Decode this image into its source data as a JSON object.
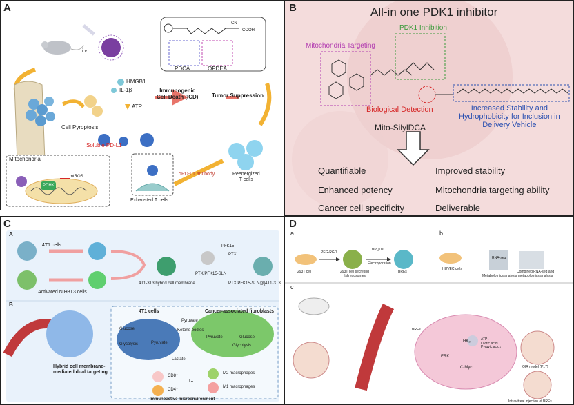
{
  "panel_a": {
    "label": "A",
    "structure": {
      "pdca": "PDCA",
      "opdea": "OPDEA",
      "cooh": "COOH",
      "cn": "CN"
    },
    "iv": "i.v.",
    "hmgb1": "HMGB1",
    "il1b": "IL-1β",
    "atp": "ATP",
    "icd": "Immunogenic\nCell Death (ICD)",
    "tumor_suppression": "Tumor Suppression",
    "cell_pyroptosis": "Cell Pyroptosis",
    "soluble_pdl1": "Soluble PD-L1",
    "mitochondria": "Mitochondria",
    "pdhk": "PDHK",
    "mtros": "mtROS",
    "antibody": "αPD-L1 antibody",
    "reenergized": "Reenergized\nT cells",
    "exhausted": "Exhausted T cells"
  },
  "panel_b": {
    "label": "B",
    "title": "All-in one PDK1 inhibitor",
    "pdk1_inhibition": "PDK1 Inhibition",
    "mito_targeting": "Mitochondria Targeting",
    "bio_detection": "Biological Detection",
    "stability": "Increased Stability and\nHydrophobicity for Inclusion in\nDelivery Vehicle",
    "compound": "Mito-SilylDCA",
    "features_left": [
      "Quantifiable",
      "Enhanced potency",
      "Cancer cell specificity"
    ],
    "features_right": [
      "Improved stability",
      "Mitochondria targeting ability",
      "Deliverable"
    ]
  },
  "panel_c": {
    "label": "C",
    "sub_a": "A",
    "sub_b": "B",
    "cells_4t1": "4T1 cells",
    "activated": "Activated NIH3T3 cells",
    "hybrid_membrane": "4T1-3T3 hybrid cell membrane",
    "pfk15": "PFK15",
    "ptx": "PTX",
    "ptx_sln": "PTX/PFK15-SLN",
    "ptx_sln_m": "PTX/PFK15-SLN@[4T1-3T3]",
    "dual_targeting": "Hybrid cell membrane-\nmediated dual targeting",
    "inner_4t1": "4T1 cells",
    "caf": "Cancer-associated fibroblasts",
    "glucose_l": "Glucose",
    "glycolysis_l": "Glycolysis",
    "pyruvate_l": "Pyruvate",
    "lactate": "Lactate",
    "pyruvate_top": "Pyruvate",
    "ketone": "Ketone bodies",
    "pyruvate_r": "Pyruvate",
    "glucose_r": "Glucose",
    "glycolysis_r": "Glycolysis",
    "cd8": "CD8⁺",
    "cd4": "CD4⁺",
    "treg": "Tₘ",
    "m2": "M2 macrophages",
    "m1": "M1 macrophages",
    "immunoactive": "Immunoactive microenvironment"
  },
  "panel_d": {
    "label": "D",
    "sub_a": "a",
    "sub_b": "b",
    "sub_c": "c",
    "peg_rgd": "PEG-RGD",
    "bpqds": "BPQDs",
    "electroporation": "Electroporation",
    "cell_293t": "293T cell",
    "exosomes": "293T cell secreting\nfish exosomes",
    "bres": "BREs",
    "huvec": "HUVEC cells",
    "rnaseq": "Combined RNA-seq and\nmetabolomics analysis",
    "rnaseq_small": "RNA-seq",
    "metabolomics": "Metabolomics analysis",
    "bres_c": "BREs",
    "erk": "ERK",
    "hk2": "HK₂",
    "cmyc": "C-Myc",
    "atp_list": "ATP↓\nLactic acid↓\nPyruvic acid↓",
    "oir": "OIR model (P17)",
    "intravitreal": "Intravitreal injection of BREs"
  },
  "colors": {
    "mito_magenta": "#b23cb0",
    "pdk_green": "#3a9a3a",
    "bio_red": "#d62828",
    "stability_blue": "#2a4fb0",
    "panel_c_bg": "#e9f2fb"
  }
}
